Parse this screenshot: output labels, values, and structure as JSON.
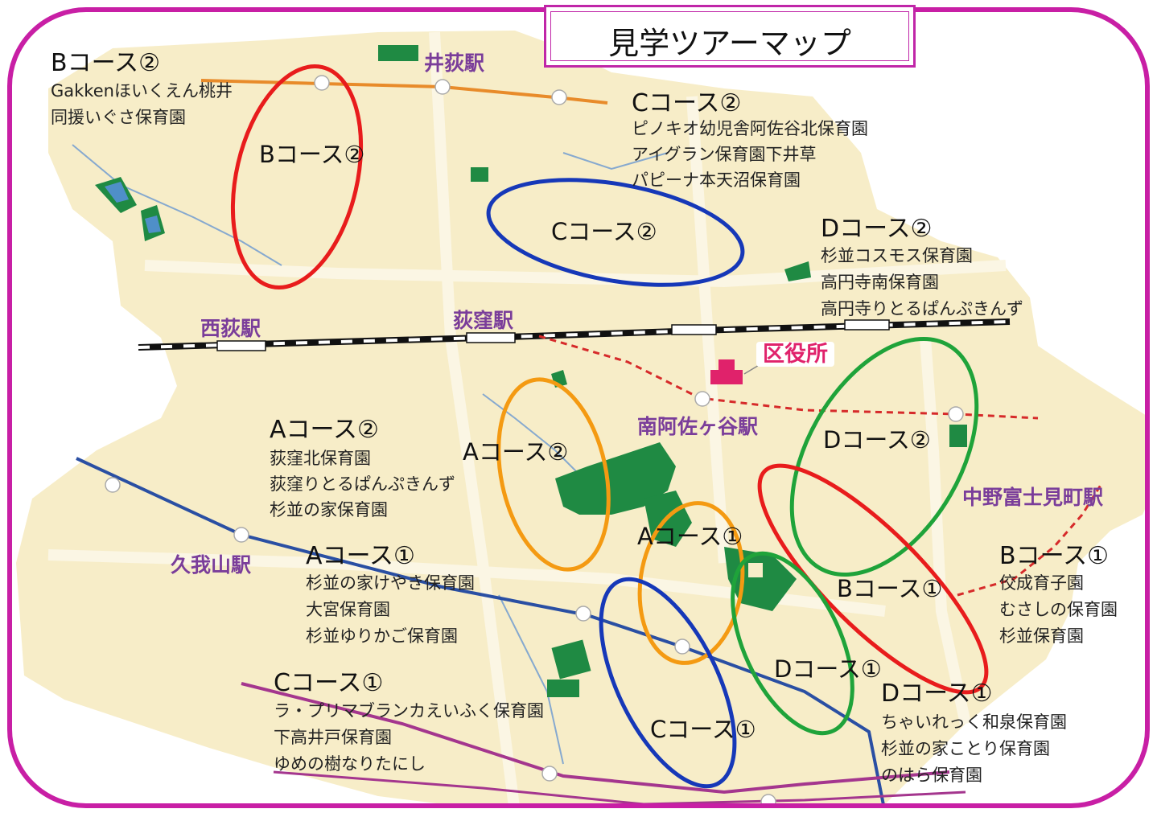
{
  "title": "見学ツアーマップ",
  "colors": {
    "frame": "#c81fa5",
    "land": "#f7edc8",
    "park": "#1f8a43",
    "water": "#4f8fc8",
    "red_oval": "#e81c1c",
    "blue_oval": "#1638b8",
    "orange_oval": "#f49a12",
    "green_oval": "#1fa33a",
    "office": "#e0226b"
  },
  "stations": [
    {
      "id": "iogi",
      "name": "井荻駅"
    },
    {
      "id": "nishiogi",
      "name": "西荻駅"
    },
    {
      "id": "ogikubo",
      "name": "荻窪駅"
    },
    {
      "id": "minamiasagaya",
      "name": "南阿佐ヶ谷駅"
    },
    {
      "id": "nakanofujimicho",
      "name": "中野富士見町駅"
    },
    {
      "id": "kugayama",
      "name": "久我山駅"
    }
  ],
  "ward_office": {
    "name": "区役所"
  },
  "courses": [
    {
      "id": "b2",
      "title": "Bコース②",
      "nurseries": [
        "Gakkenほいくえん桃井",
        "同援いぐさ保育園"
      ]
    },
    {
      "id": "c2",
      "title": "Cコース②",
      "nurseries": [
        "ピノキオ幼児舎阿佐谷北保育園",
        "アイグラン保育園下井草",
        "パピーナ本天沼保育園"
      ]
    },
    {
      "id": "d2",
      "title": "Dコース②",
      "nurseries": [
        "杉並コスモス保育園",
        "高円寺南保育園",
        "高円寺りとるぱんぷきんず"
      ]
    },
    {
      "id": "a2",
      "title": "Aコース②",
      "nurseries": [
        "荻窪北保育園",
        "荻窪りとるぱんぷきんず",
        "杉並の家保育園"
      ]
    },
    {
      "id": "a1",
      "title": "Aコース①",
      "nurseries": [
        "杉並の家けやき保育園",
        "大宮保育園",
        "杉並ゆりかご保育園"
      ]
    },
    {
      "id": "c1",
      "title": "Cコース①",
      "nurseries": [
        "ラ・プリマブランカえいふく保育園",
        "下高井戸保育園",
        "ゆめの樹なりたにし"
      ]
    },
    {
      "id": "b1",
      "title": "Bコース①",
      "nurseries": [
        "佼成育子園",
        "むさしの保育園",
        "杉並保育園"
      ]
    },
    {
      "id": "d1",
      "title": "Dコース①",
      "nurseries": [
        "ちゃいれっく和泉保育園",
        "杉並の家ことり保育園",
        "のはら保育園"
      ]
    }
  ],
  "oval_labels": {
    "b2": "Bコース②",
    "c2": "Cコース②",
    "a2": "Aコース②",
    "a1": "Aコース①",
    "d2": "Dコース②",
    "b1": "Bコース①",
    "d1": "Dコース①",
    "c1": "Cコース①"
  }
}
